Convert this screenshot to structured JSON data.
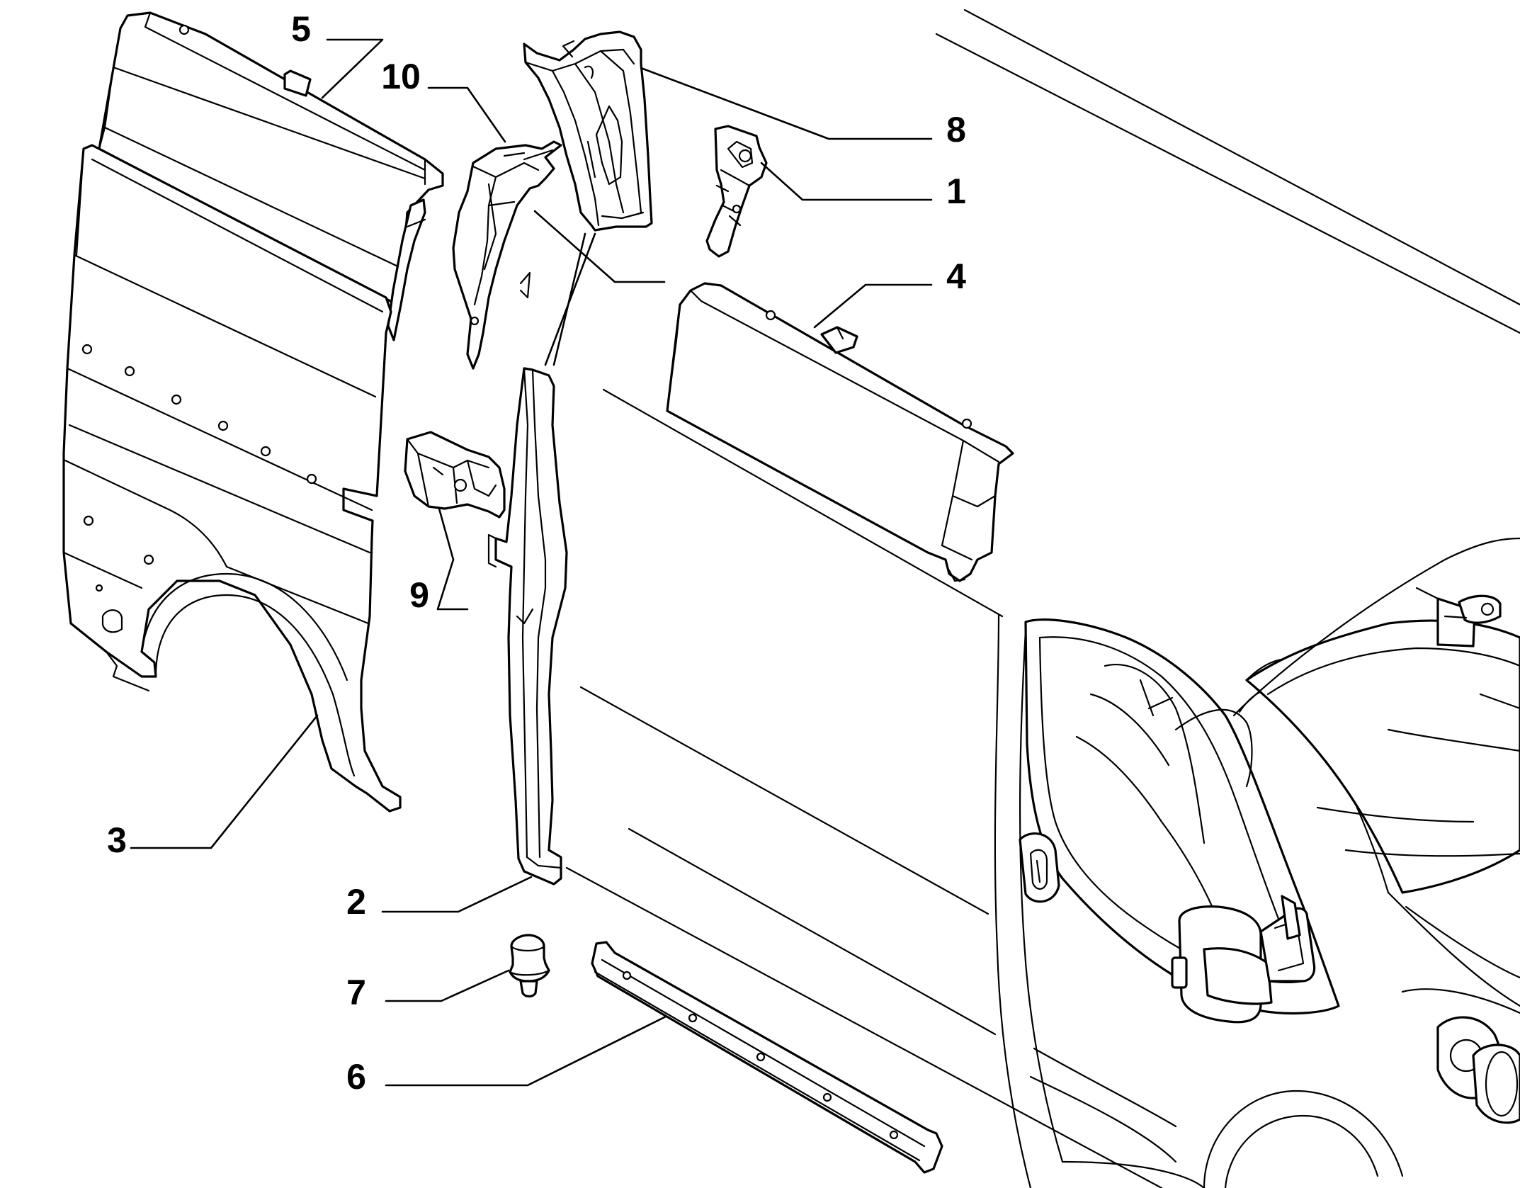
{
  "callouts": [
    {
      "id": "c1",
      "label": "1"
    },
    {
      "id": "c2",
      "label": "2"
    },
    {
      "id": "c3",
      "label": "3"
    },
    {
      "id": "c4",
      "label": "4"
    },
    {
      "id": "c5",
      "label": "5"
    },
    {
      "id": "c6",
      "label": "6"
    },
    {
      "id": "c7",
      "label": "7"
    },
    {
      "id": "c8",
      "label": "8"
    },
    {
      "id": "c9",
      "label": "9"
    },
    {
      "id": "c10",
      "label": "10"
    }
  ],
  "colors": {
    "line": "#000000",
    "background": "#ffffff"
  }
}
